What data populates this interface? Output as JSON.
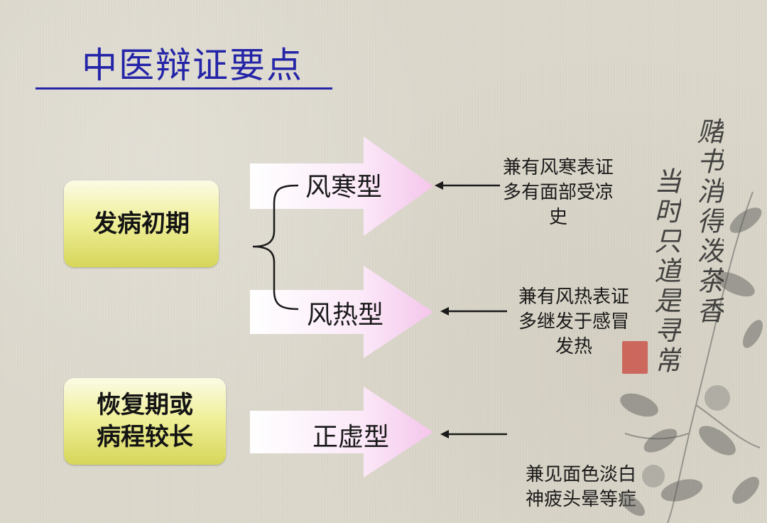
{
  "title": "中医辩证要点",
  "stages": [
    {
      "label": "发病初期"
    },
    {
      "lines": [
        "恢复期或",
        "病程较长"
      ]
    }
  ],
  "types": [
    {
      "label": "风寒型",
      "note": [
        "兼有风寒表证",
        "多有面部受凉",
        "史"
      ]
    },
    {
      "label": "风热型",
      "note": [
        "兼有风热表证",
        "多继发于感冒",
        "发热"
      ]
    },
    {
      "label": "正虚型",
      "note": [
        "兼见面色淡白",
        "神疲头晕等症"
      ]
    }
  ],
  "decoration": {
    "calligraphy_columns": [
      "当时只道是寻常",
      "赌书消得泼茶香"
    ],
    "seal_icon": "red-seal-icon",
    "flower_icon": "ink-flower-icon"
  },
  "colors": {
    "title": "#2424a8",
    "stage_box_gradient": [
      "#fbfbe6",
      "#d6d65a"
    ],
    "arrow_gradient": [
      "#ffffff",
      "#f7cbef"
    ],
    "background": "#dcd8cc"
  }
}
